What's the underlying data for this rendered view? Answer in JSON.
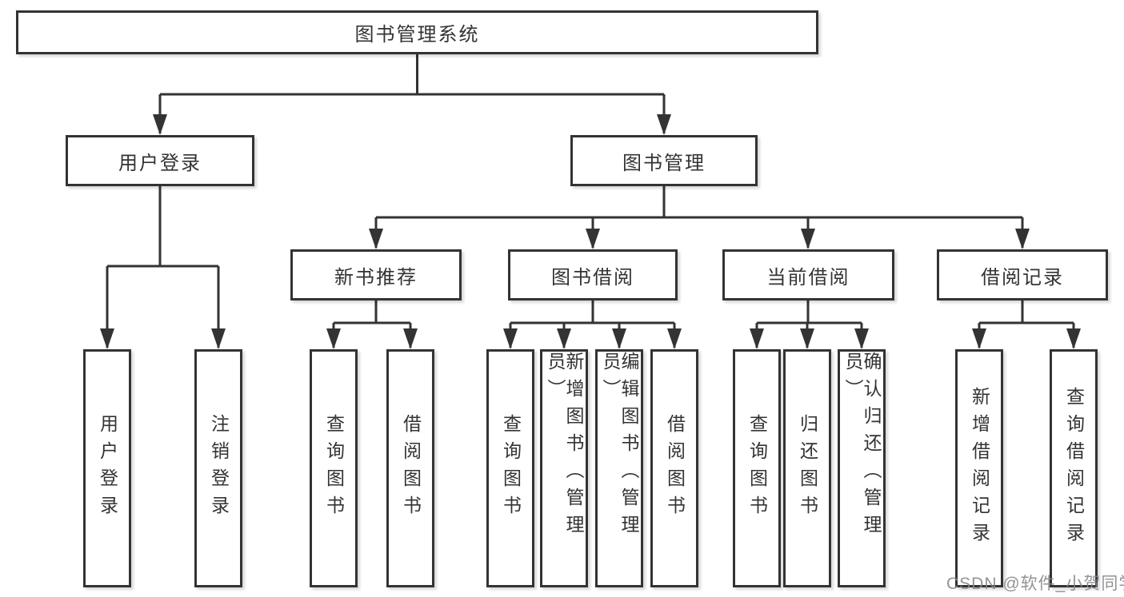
{
  "diagram": {
    "root": {
      "label": "图书管理系统"
    },
    "branches": [
      {
        "label": "用户登录",
        "children": [
          {
            "label": "用户登录"
          },
          {
            "label": "注销登录"
          }
        ]
      },
      {
        "label": "图书管理",
        "children": [
          {
            "label": "新书推荐",
            "children": [
              {
                "label": "查询图书"
              },
              {
                "label": "借阅图书"
              }
            ]
          },
          {
            "label": "图书借阅",
            "children": [
              {
                "label": "查询图书"
              },
              {
                "label": "新增图书（管理员）"
              },
              {
                "label": "编辑图书（管理员）"
              },
              {
                "label": "借阅图书"
              }
            ]
          },
          {
            "label": "当前借阅",
            "children": [
              {
                "label": "查询图书"
              },
              {
                "label": "归还图书"
              },
              {
                "label": "确认归还（管理员）"
              }
            ]
          },
          {
            "label": "借阅记录",
            "children": [
              {
                "label": "新增借阅记录"
              },
              {
                "label": "查询借阅记录"
              }
            ]
          }
        ]
      }
    ],
    "colors": {
      "line": "#333333",
      "box_border": "#333333",
      "box_fill": "#ffffff",
      "text": "#333333",
      "watermark": "#87878c"
    }
  },
  "watermark": {
    "text": "CSDN @软件_小贺同学"
  }
}
